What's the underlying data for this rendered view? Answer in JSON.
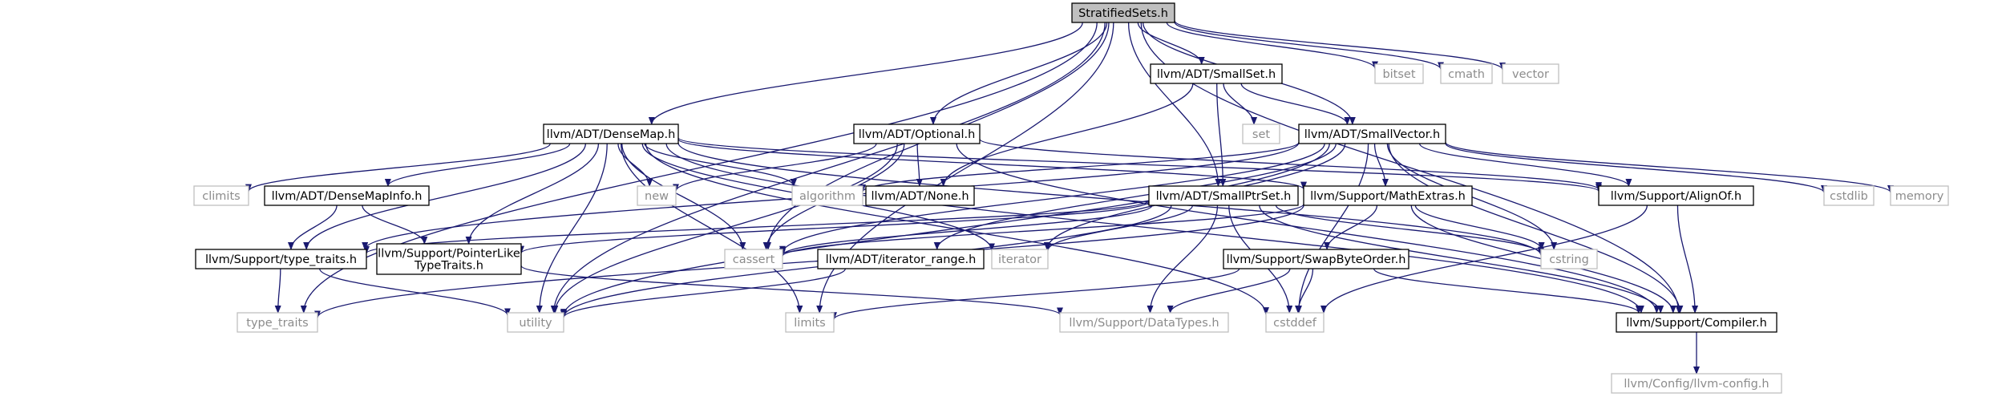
{
  "graph": {
    "colors": {
      "edge": "#191970",
      "root_fill": "#bfbfbf",
      "node_border": "#000000",
      "external_border": "#bfbfbf",
      "external_text": "#8c8c8c"
    },
    "nodes": [
      {
        "id": "stratified",
        "label": [
          "StratifiedSets.h"
        ],
        "kind": "root"
      },
      {
        "id": "bitset",
        "label": [
          "bitset"
        ],
        "kind": "system"
      },
      {
        "id": "cmath",
        "label": [
          "cmath"
        ],
        "kind": "system"
      },
      {
        "id": "vector",
        "label": [
          "vector"
        ],
        "kind": "system"
      },
      {
        "id": "smallset",
        "label": [
          "llvm/ADT/SmallSet.h"
        ],
        "kind": "header"
      },
      {
        "id": "set",
        "label": [
          "set"
        ],
        "kind": "system"
      },
      {
        "id": "densemap",
        "label": [
          "llvm/ADT/DenseMap.h"
        ],
        "kind": "header"
      },
      {
        "id": "optional",
        "label": [
          "llvm/ADT/Optional.h"
        ],
        "kind": "header"
      },
      {
        "id": "smallvector",
        "label": [
          "llvm/ADT/SmallVector.h"
        ],
        "kind": "header"
      },
      {
        "id": "climits",
        "label": [
          "climits"
        ],
        "kind": "system"
      },
      {
        "id": "densemapinfo",
        "label": [
          "llvm/ADT/DenseMapInfo.h"
        ],
        "kind": "header"
      },
      {
        "id": "new",
        "label": [
          "new"
        ],
        "kind": "system"
      },
      {
        "id": "algorithm",
        "label": [
          "algorithm"
        ],
        "kind": "system"
      },
      {
        "id": "none",
        "label": [
          "llvm/ADT/None.h"
        ],
        "kind": "header"
      },
      {
        "id": "smallptrset",
        "label": [
          "llvm/ADT/SmallPtrSet.h"
        ],
        "kind": "header"
      },
      {
        "id": "mathextras",
        "label": [
          "llvm/Support/MathExtras.h"
        ],
        "kind": "header"
      },
      {
        "id": "alignof",
        "label": [
          "llvm/Support/AlignOf.h"
        ],
        "kind": "header"
      },
      {
        "id": "cstdlib",
        "label": [
          "cstdlib"
        ],
        "kind": "system"
      },
      {
        "id": "memory",
        "label": [
          "memory"
        ],
        "kind": "system"
      },
      {
        "id": "typetraits_h",
        "label": [
          "llvm/Support/type_traits.h"
        ],
        "kind": "header"
      },
      {
        "id": "pointerlike",
        "label": [
          "llvm/Support/PointerLike",
          "TypeTraits.h"
        ],
        "kind": "header"
      },
      {
        "id": "cassert",
        "label": [
          "cassert"
        ],
        "kind": "system"
      },
      {
        "id": "iterator_range",
        "label": [
          "llvm/ADT/iterator_range.h"
        ],
        "kind": "header"
      },
      {
        "id": "iterator",
        "label": [
          "iterator"
        ],
        "kind": "system"
      },
      {
        "id": "swapbyteorder",
        "label": [
          "llvm/Support/SwapByteOrder.h"
        ],
        "kind": "header"
      },
      {
        "id": "cstring",
        "label": [
          "cstring"
        ],
        "kind": "system"
      },
      {
        "id": "type_traits",
        "label": [
          "type_traits"
        ],
        "kind": "system"
      },
      {
        "id": "utility",
        "label": [
          "utility"
        ],
        "kind": "system"
      },
      {
        "id": "limits",
        "label": [
          "limits"
        ],
        "kind": "system"
      },
      {
        "id": "datatypes",
        "label": [
          "llvm/Support/DataTypes.h"
        ],
        "kind": "system"
      },
      {
        "id": "cstddef",
        "label": [
          "cstddef"
        ],
        "kind": "system"
      },
      {
        "id": "compiler",
        "label": [
          "llvm/Support/Compiler.h"
        ],
        "kind": "header"
      },
      {
        "id": "llvmconfig",
        "label": [
          "llvm/Config/llvm-config.h"
        ],
        "kind": "system"
      }
    ],
    "edges": [
      [
        "stratified",
        "bitset"
      ],
      [
        "stratified",
        "cmath"
      ],
      [
        "stratified",
        "vector"
      ],
      [
        "stratified",
        "smallset"
      ],
      [
        "stratified",
        "densemap"
      ],
      [
        "stratified",
        "optional"
      ],
      [
        "stratified",
        "smallvector"
      ],
      [
        "stratified",
        "smallptrset"
      ],
      [
        "stratified",
        "compiler"
      ],
      [
        "stratified",
        "cassert"
      ],
      [
        "stratified",
        "type_traits"
      ],
      [
        "stratified",
        "utility"
      ],
      [
        "stratified",
        "limits"
      ],
      [
        "smallset",
        "set"
      ],
      [
        "smallset",
        "none"
      ],
      [
        "smallset",
        "smallvector"
      ],
      [
        "smallset",
        "smallptrset"
      ],
      [
        "optional",
        "none"
      ],
      [
        "optional",
        "alignof"
      ],
      [
        "optional",
        "compiler"
      ],
      [
        "optional",
        "cassert"
      ],
      [
        "optional",
        "new"
      ],
      [
        "optional",
        "utility"
      ],
      [
        "densemap",
        "climits"
      ],
      [
        "densemap",
        "densemapinfo"
      ],
      [
        "densemap",
        "new"
      ],
      [
        "densemap",
        "algorithm"
      ],
      [
        "densemap",
        "alignof"
      ],
      [
        "densemap",
        "mathextras"
      ],
      [
        "densemap",
        "compiler"
      ],
      [
        "densemap",
        "typetraits_h"
      ],
      [
        "densemap",
        "pointerlike"
      ],
      [
        "densemap",
        "cassert"
      ],
      [
        "densemap",
        "iterator"
      ],
      [
        "densemap",
        "cstddef"
      ],
      [
        "densemap",
        "utility"
      ],
      [
        "densemap",
        "limits"
      ],
      [
        "densemap",
        "cstring"
      ],
      [
        "densemapinfo",
        "typetraits_h"
      ],
      [
        "densemapinfo",
        "pointerlike"
      ],
      [
        "smallvector",
        "algorithm"
      ],
      [
        "smallvector",
        "alignof"
      ],
      [
        "smallvector",
        "mathextras"
      ],
      [
        "smallvector",
        "compiler"
      ],
      [
        "smallvector",
        "typetraits_h"
      ],
      [
        "smallvector",
        "iterator_range"
      ],
      [
        "smallvector",
        "cassert"
      ],
      [
        "smallvector",
        "iterator"
      ],
      [
        "smallvector",
        "cstring"
      ],
      [
        "smallvector",
        "cstddef"
      ],
      [
        "smallvector",
        "cstdlib"
      ],
      [
        "smallvector",
        "memory"
      ],
      [
        "smallvector",
        "utility"
      ],
      [
        "smallptrset",
        "typetraits_h"
      ],
      [
        "smallptrset",
        "pointerlike"
      ],
      [
        "smallptrset",
        "cassert"
      ],
      [
        "smallptrset",
        "iterator"
      ],
      [
        "smallptrset",
        "cstring"
      ],
      [
        "smallptrset",
        "cstddef"
      ],
      [
        "smallptrset",
        "compiler"
      ],
      [
        "smallptrset",
        "datatypes"
      ],
      [
        "smallptrset",
        "utility"
      ],
      [
        "mathextras",
        "swapbyteorder"
      ],
      [
        "mathextras",
        "compiler"
      ],
      [
        "mathextras",
        "cassert"
      ],
      [
        "mathextras",
        "cstring"
      ],
      [
        "mathextras",
        "type_traits"
      ],
      [
        "swapbyteorder",
        "compiler"
      ],
      [
        "swapbyteorder",
        "datatypes"
      ],
      [
        "swapbyteorder",
        "cstddef"
      ],
      [
        "swapbyteorder",
        "limits"
      ],
      [
        "alignof",
        "compiler"
      ],
      [
        "alignof",
        "cstddef"
      ],
      [
        "typetraits_h",
        "type_traits"
      ],
      [
        "typetraits_h",
        "utility"
      ],
      [
        "pointerlike",
        "datatypes"
      ],
      [
        "iterator_range",
        "utility"
      ],
      [
        "compiler",
        "llvmconfig"
      ]
    ]
  }
}
